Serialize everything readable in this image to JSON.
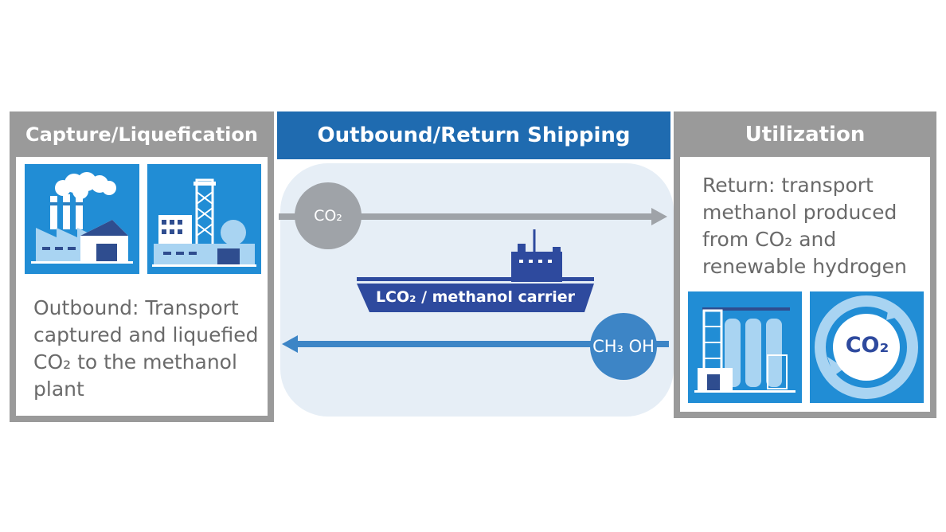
{
  "left_panel": {
    "title": "Capture/Liquefication",
    "description_lines": [
      "Outbound: Transport",
      "captured and liquefied",
      "CO₂ to the methanol",
      "plant"
    ],
    "icons": [
      "factory-icon",
      "industrial-plant-icon"
    ]
  },
  "middle_panel": {
    "title": "Outbound/Return Shipping",
    "outbound_label": "CO₂",
    "return_label": "CH₃ OH",
    "ship_label": "LCO₂ / methanol carrier"
  },
  "right_panel": {
    "title": "Utilization",
    "description_lines": [
      "Return: transport",
      "methanol produced",
      "from CO₂ and",
      "renewable hydrogen"
    ],
    "icons": [
      "methanol-plant-icon",
      "co2-recycle-icon"
    ],
    "badge": "CO₂"
  },
  "colors": {
    "header_gray": "#9a9a9a",
    "header_blue": "#1f6bb0",
    "ship_navy": "#2e4a9e",
    "tile_blue": "#1b87d0",
    "co2_bubble": "#9fa3a8",
    "methanol_bubble": "#3d85c6"
  }
}
